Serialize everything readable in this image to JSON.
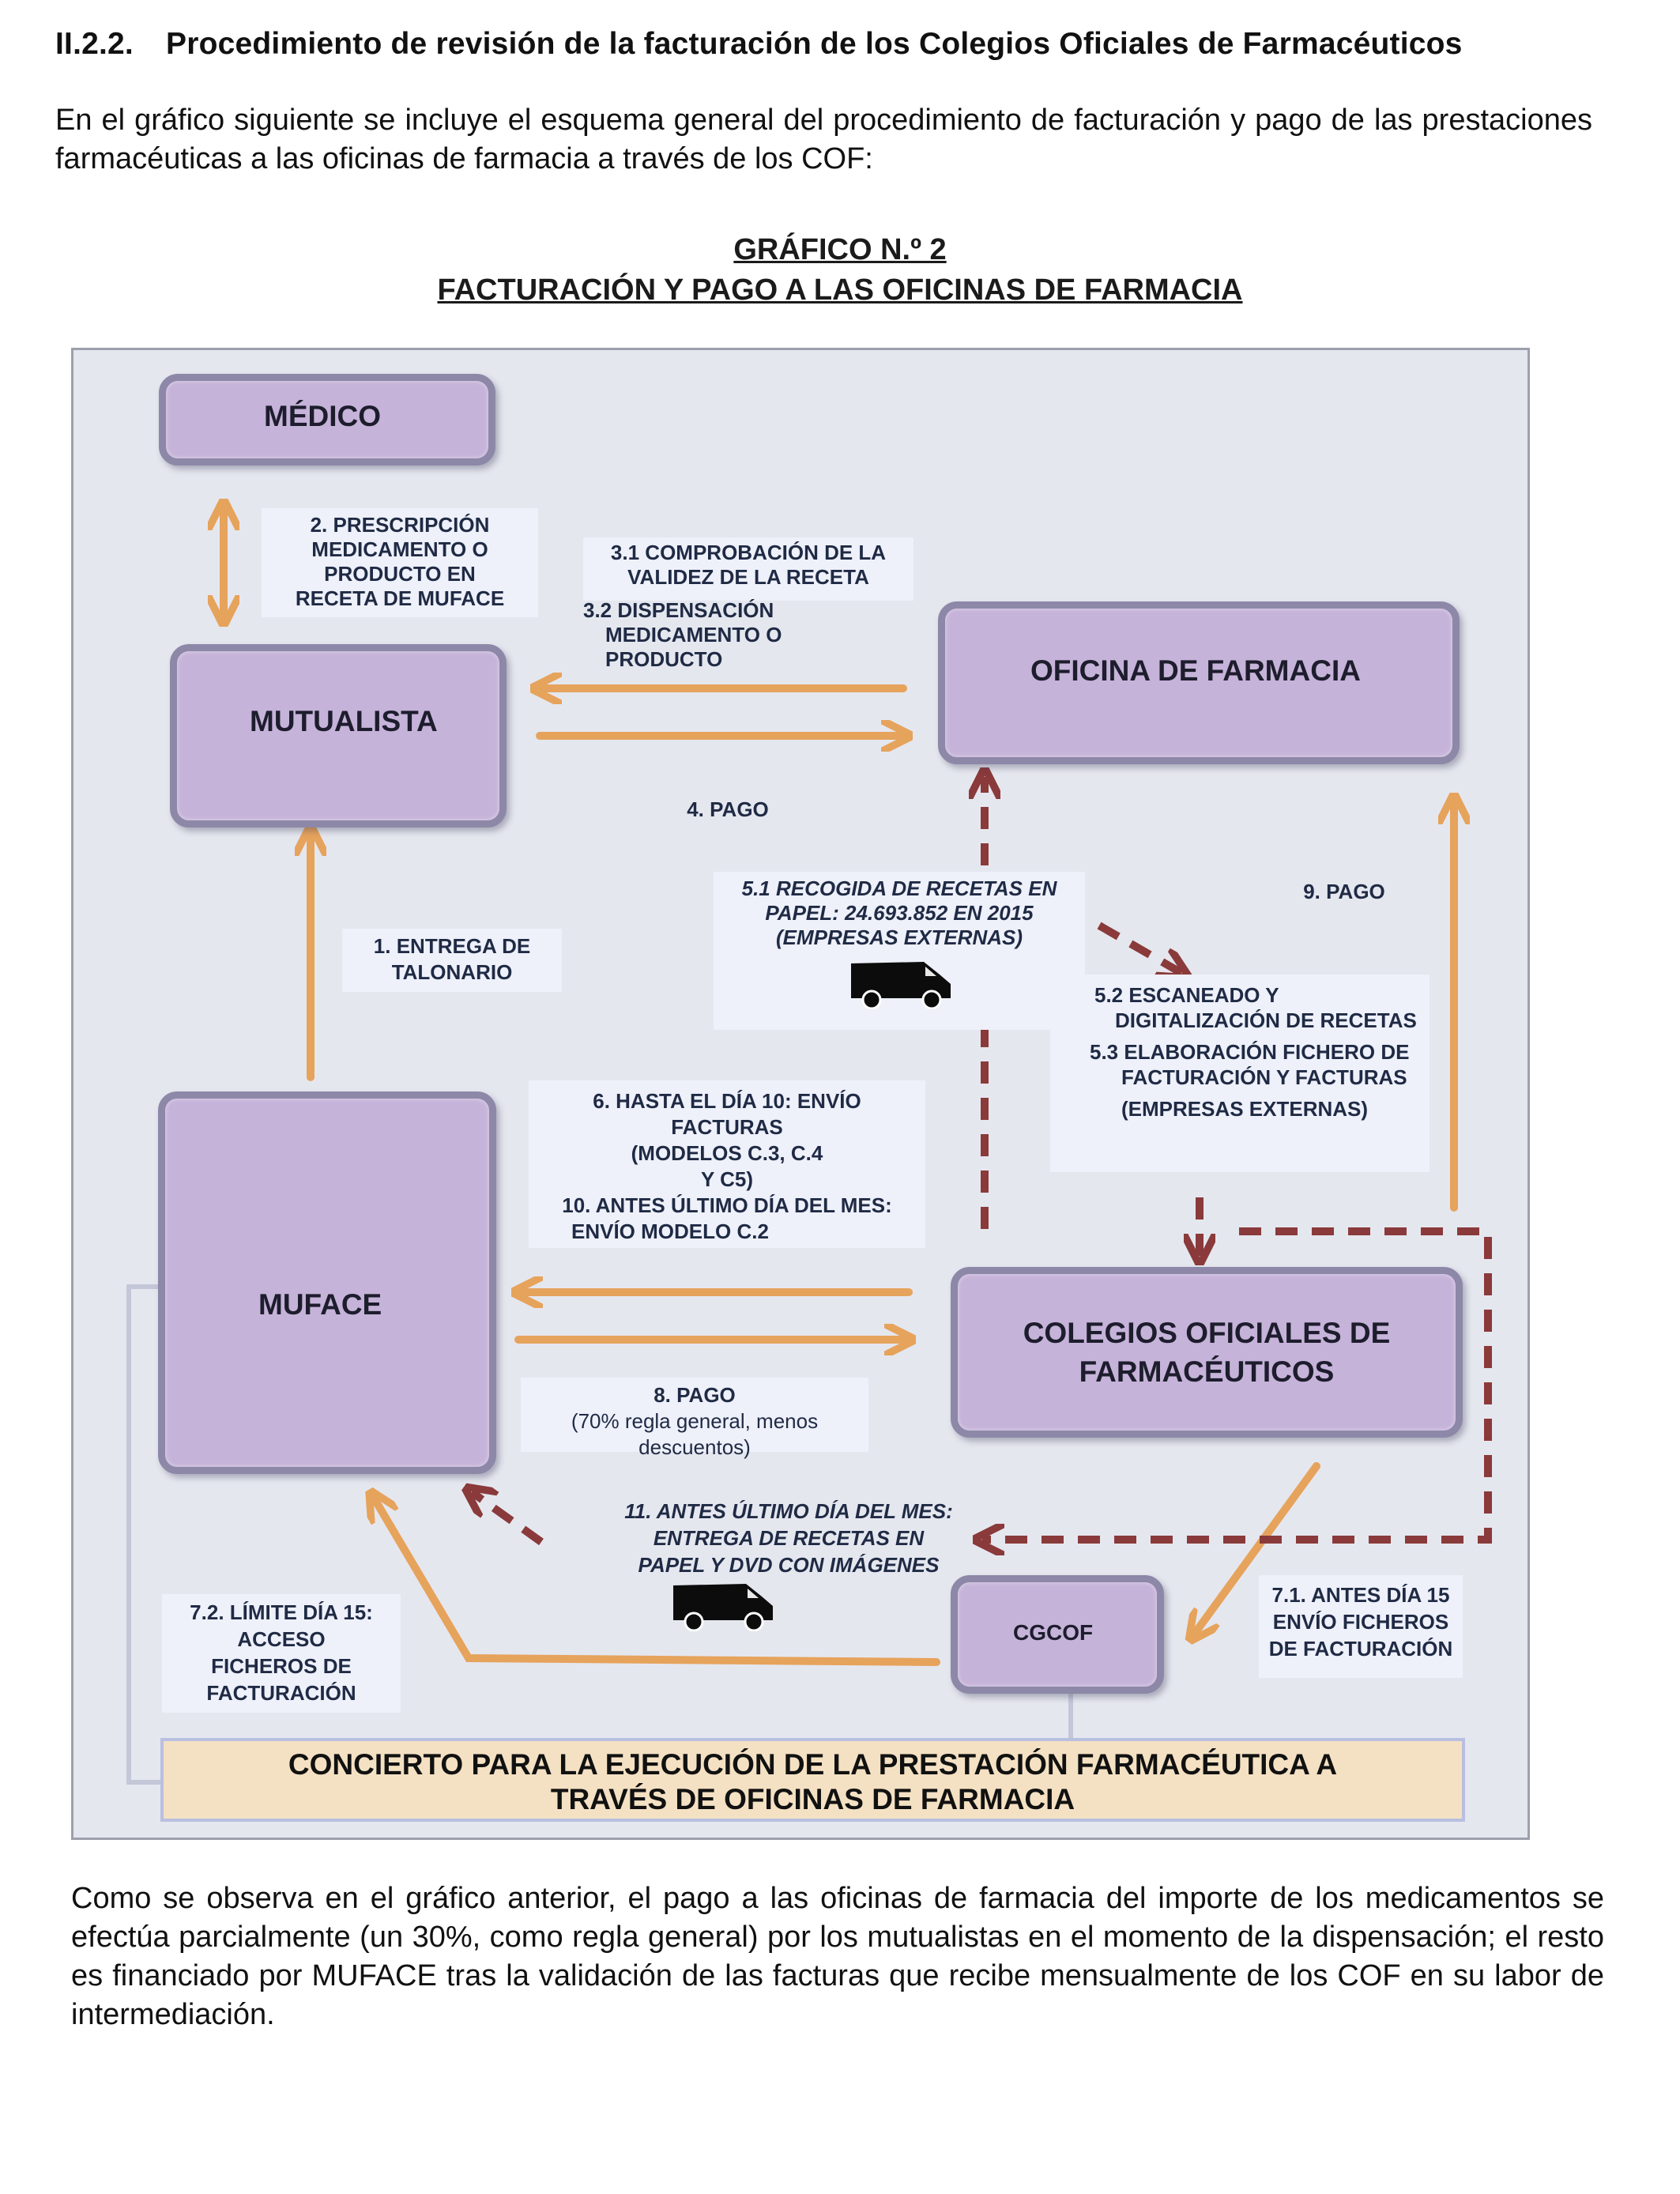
{
  "heading": {
    "number": "II.2.2.",
    "title": "Procedimiento de revisión de la facturación de los Colegios Oficiales de Farmacéuticos"
  },
  "intro": "En el gráfico siguiente se incluye el esquema general del procedimiento de facturación y pago de las prestaciones farmacéuticas a las oficinas de farmacia a través de los COF:",
  "figure": {
    "number": "GRÁFICO N.º  2",
    "caption": "FACTURACIÓN Y PAGO A LAS OFICINAS DE FARMACIA"
  },
  "nodes": {
    "medico": "MÉDICO",
    "mutualista": "MUTUALISTA",
    "oficina": "OFICINA DE FARMACIA",
    "muface": "MUFACE",
    "cof": [
      "COLEGIOS OFICIALES DE",
      "FARMACÉUTICOS"
    ],
    "cgcof": "CGCOF"
  },
  "labels": {
    "l2": [
      "2. PRESCRIPCIÓN",
      "MEDICAMENTO O",
      "PRODUCTO EN",
      "RECETA DE MUFACE"
    ],
    "l31": [
      "3.1 COMPROBACIÓN DE LA",
      "VALIDEZ DE LA RECETA"
    ],
    "l32": [
      "3.2 DISPENSACIÓN",
      "MEDICAMENTO O",
      "PRODUCTO"
    ],
    "l4": "4. PAGO",
    "l1": [
      "1. ENTREGA DE",
      "TALONARIO"
    ],
    "l51": [
      "5.1 RECOGIDA DE RECETAS EN",
      "PAPEL: 24.693.852 EN 2015",
      "(EMPRESAS EXTERNAS)"
    ],
    "l9": "9. PAGO",
    "l52": [
      "5.2 ESCANEADO Y",
      "DIGITALIZACIÓN DE RECETAS",
      "5.3 ELABORACIÓN FICHERO DE",
      "FACTURACIÓN Y FACTURAS",
      "(EMPRESAS EXTERNAS)"
    ],
    "l6": [
      "6. HASTA EL DÍA 10: ENVÍO",
      "FACTURAS",
      "(MODELOS C.3, C.4",
      "Y C5)",
      "10. ANTES ÚLTIMO DÍA DEL MES:",
      "ENVÍO MODELO C.2"
    ],
    "l8": [
      "8. PAGO",
      "(70% regla general, menos",
      "descuentos)"
    ],
    "l11": [
      "11. ANTES ÚLTIMO DÍA DEL MES:",
      "ENTREGA DE RECETAS EN",
      "PAPEL Y DVD CON IMÁGENES"
    ],
    "l72": [
      "7.2. LÍMITE DÍA 15:",
      "ACCESO",
      "FICHEROS DE",
      "FACTURACIÓN"
    ],
    "l71": [
      "7.1. ANTES DÍA 15",
      "ENVÍO FICHEROS",
      "DE FACTURACIÓN"
    ]
  },
  "concierto": [
    "CONCIERTO PARA LA EJECUCIÓN DE LA PRESTACIÓN FARMACÉUTICA A",
    "TRAVÉS DE OFICINAS DE FARMACIA"
  ],
  "colors": {
    "solid_arrow": "#e6a35c",
    "dashed_arrow": "#8a3a3a",
    "node_fill": "#c6b3d9",
    "node_border": "#8d88a8",
    "panel": "#e5e7ef"
  },
  "icons": [
    "van-icon",
    "van-icon"
  ],
  "outro": "Como se observa en el gráfico anterior, el pago a las oficinas de farmacia del importe de los medicamentos se efectúa parcialmente (un 30%, como regla general) por los mutualistas en el momento de la dispensación; el resto es financiado por MUFACE tras la validación de las facturas que recibe mensualmente de los COF en su labor de intermediación."
}
